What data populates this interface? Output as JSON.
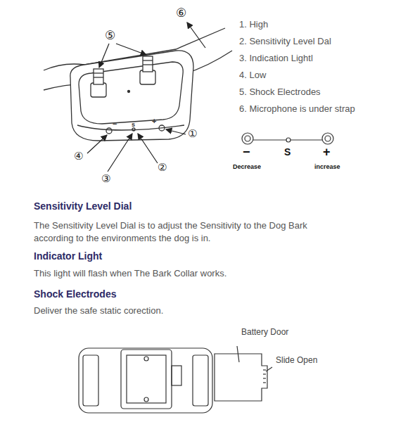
{
  "diagram": {
    "labels": [
      "⑤",
      "⑥",
      "①",
      "②",
      "③",
      "④",
      "1. High",
      "2. Sensitivity Level Dal",
      "3. Indication Lightl",
      "4. Low",
      "5. Shock Electrodes",
      "6. Microphone is under strap",
      "−",
      "S",
      "+",
      "Decrease",
      "increase",
      "−",
      "s",
      "+",
      "Sensitivity Level Dial",
      "The Sensitivity Level Dial is to adjust the Sensitivity to the Dog Bark according to the environments the dog is in.",
      "Indicator Light",
      "This light will flash when The Bark Collar works.",
      "Shock Electrodes",
      "Deliver the safe static corection.",
      "Battery Door",
      "Slide Open"
    ]
  }
}
